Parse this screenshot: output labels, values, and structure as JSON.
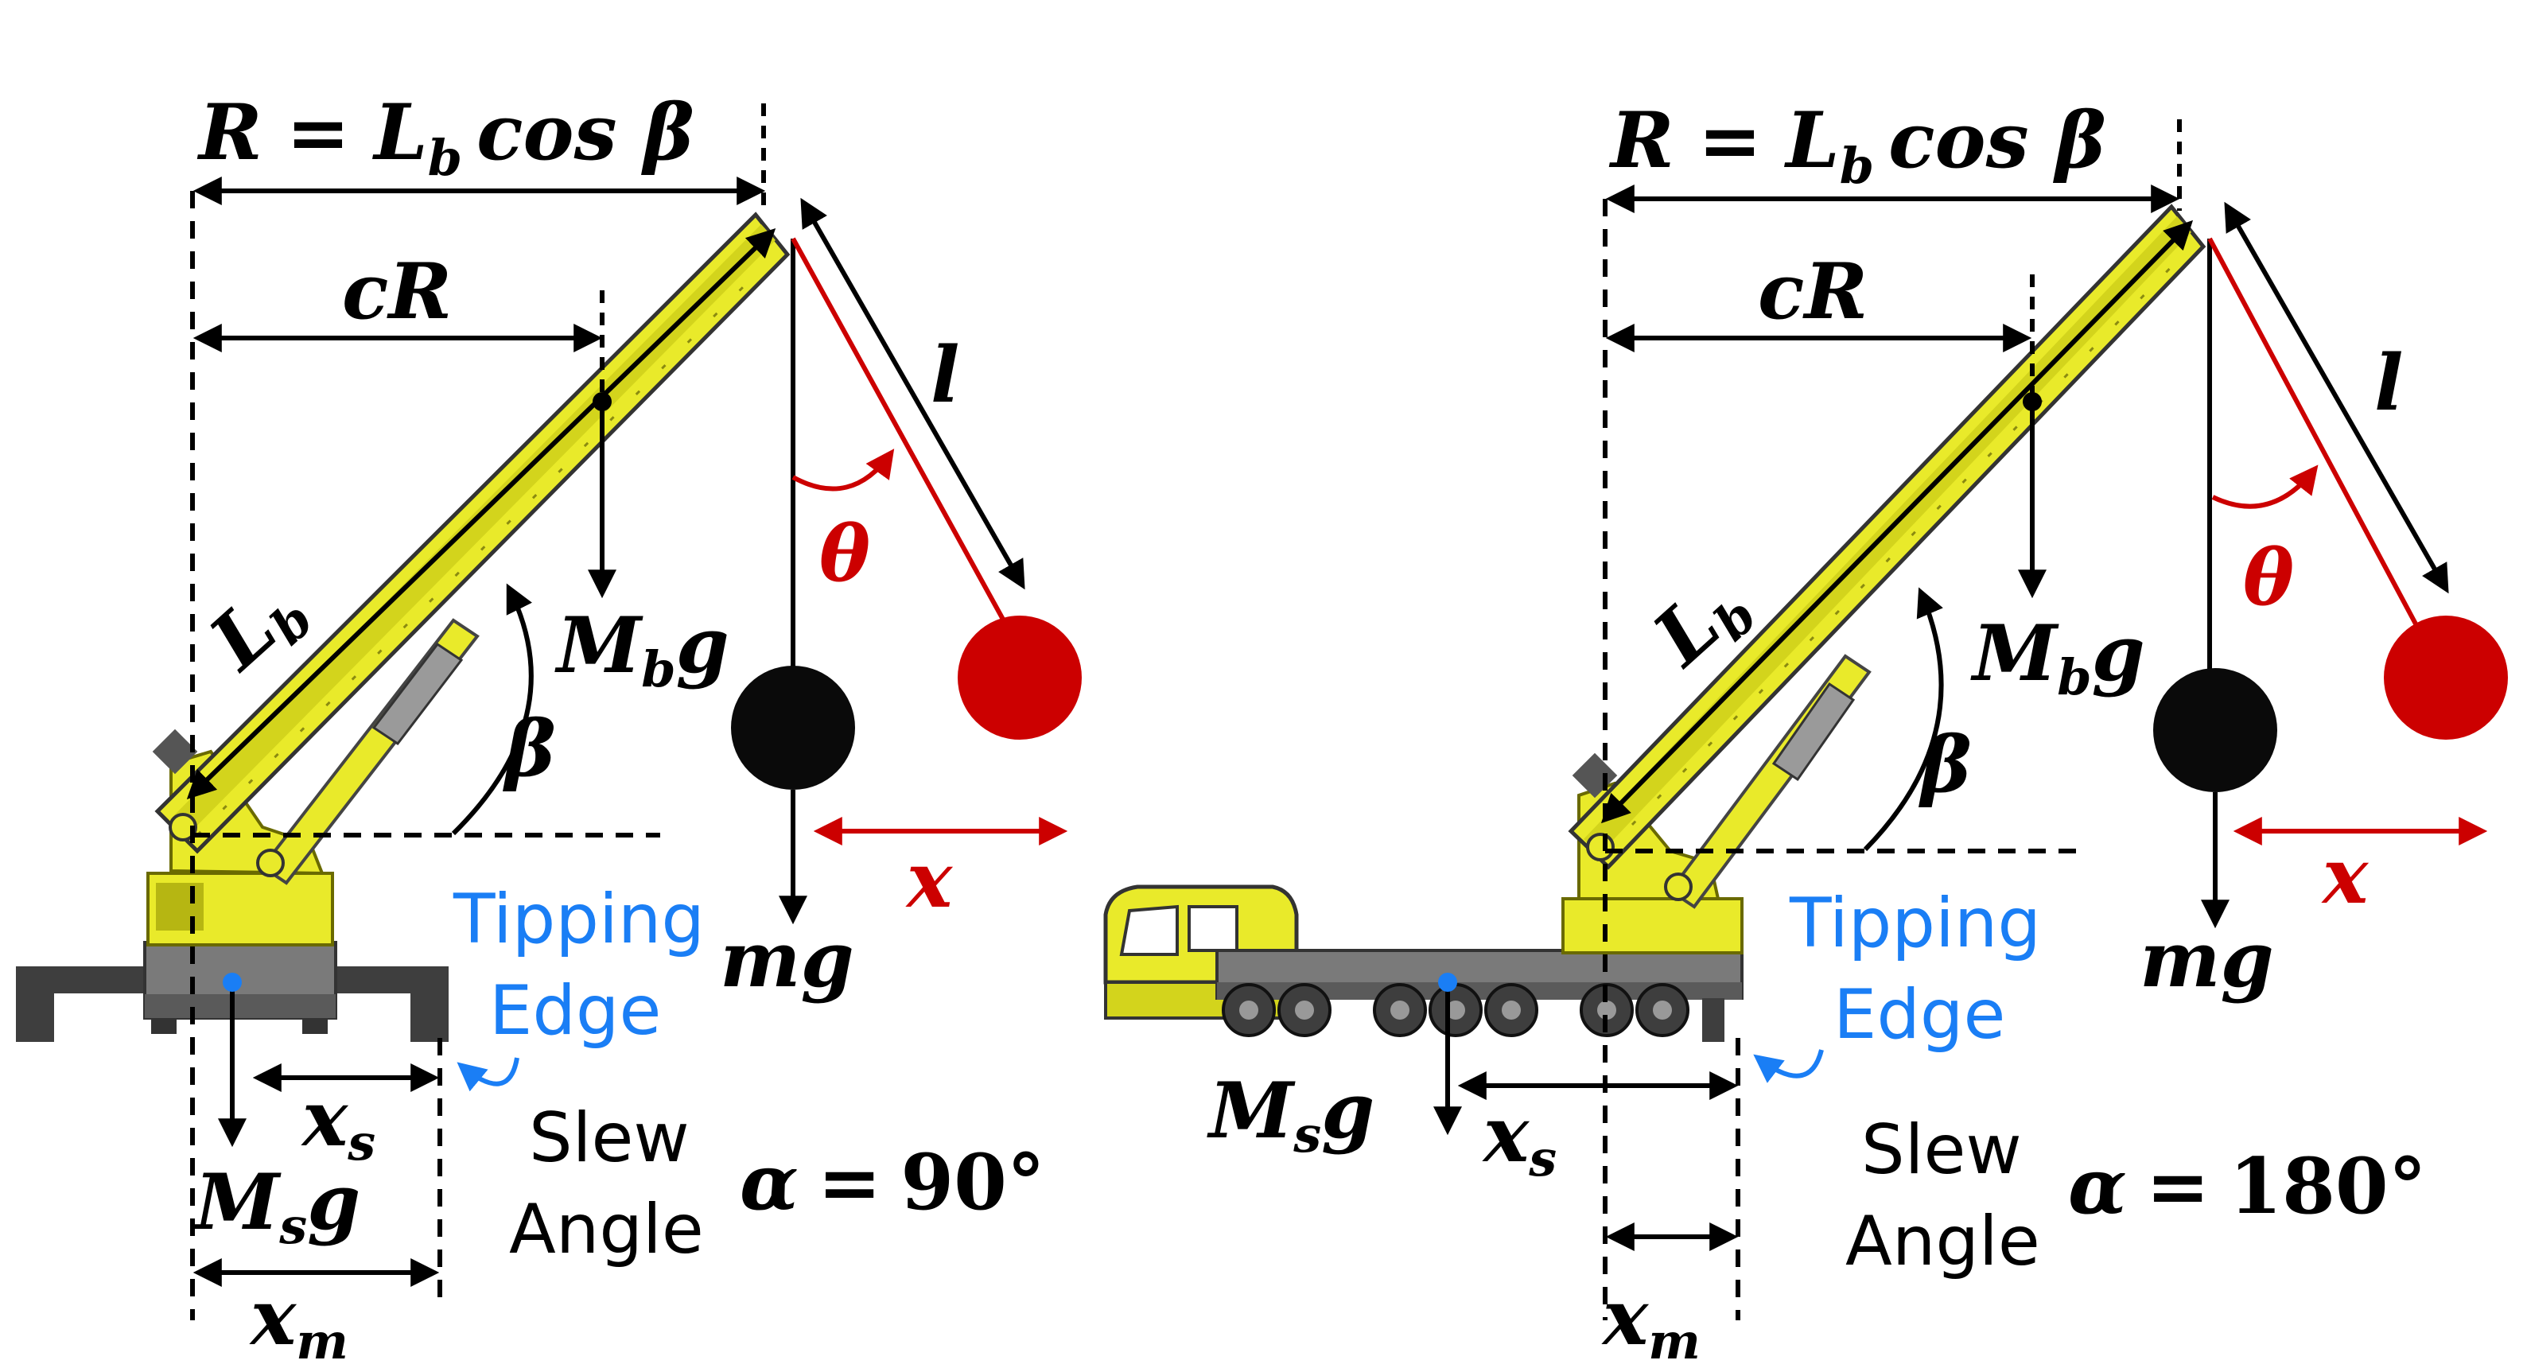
{
  "colors": {
    "crane_yellow": "#e9ea2a",
    "crane_yellow_dark": "#b6b612",
    "chassis_gray": "#7a7a7a",
    "chassis_dark": "#3e3e3e",
    "load_red": "#cc0000",
    "load_black": "#0a0a0a",
    "tipping_blue": "#1a7ef5",
    "line_black": "#000000"
  },
  "panels": [
    {
      "id": "left",
      "radius_label": {
        "lhs": "R",
        "eq": "=",
        "rhs_main": "L",
        "rhs_sub": "b",
        "rhs_tail": "cos β"
      },
      "cr_label": "cR",
      "boom_label": {
        "main": "L",
        "sub": "b"
      },
      "rope_label": "l",
      "theta_label": "θ",
      "boom_weight_label": {
        "main": "M",
        "sub": "b",
        "tail": "g"
      },
      "beta_label": "β",
      "load_weight_label": "mg",
      "x_label": "x",
      "tipping_label": {
        "line1": "Tipping",
        "line2": "Edge"
      },
      "xs_label": {
        "main": "x",
        "sub": "s"
      },
      "ms_label": {
        "main": "M",
        "sub": "s",
        "tail": "g"
      },
      "xm_label": {
        "main": "x",
        "sub": "m"
      },
      "slew_label": {
        "line1": "Slew",
        "line2": "Angle"
      },
      "alpha_label": {
        "lhs": "α",
        "eq": "=",
        "value": "90°"
      }
    },
    {
      "id": "right",
      "radius_label": {
        "lhs": "R",
        "eq": "=",
        "rhs_main": "L",
        "rhs_sub": "b",
        "rhs_tail": "cos β"
      },
      "cr_label": "cR",
      "boom_label": {
        "main": "L",
        "sub": "b"
      },
      "rope_label": "l",
      "theta_label": "θ",
      "boom_weight_label": {
        "main": "M",
        "sub": "b",
        "tail": "g"
      },
      "beta_label": "β",
      "load_weight_label": "mg",
      "x_label": "x",
      "tipping_label": {
        "line1": "Tipping",
        "line2": "Edge"
      },
      "xs_label": {
        "main": "x",
        "sub": "s"
      },
      "ms_label": {
        "main": "M",
        "sub": "s",
        "tail": "g"
      },
      "xm_label": {
        "main": "x",
        "sub": "m"
      },
      "slew_label": {
        "line1": "Slew",
        "line2": "Angle"
      },
      "alpha_label": {
        "lhs": "α",
        "eq": "=",
        "value": "180°"
      }
    }
  ]
}
